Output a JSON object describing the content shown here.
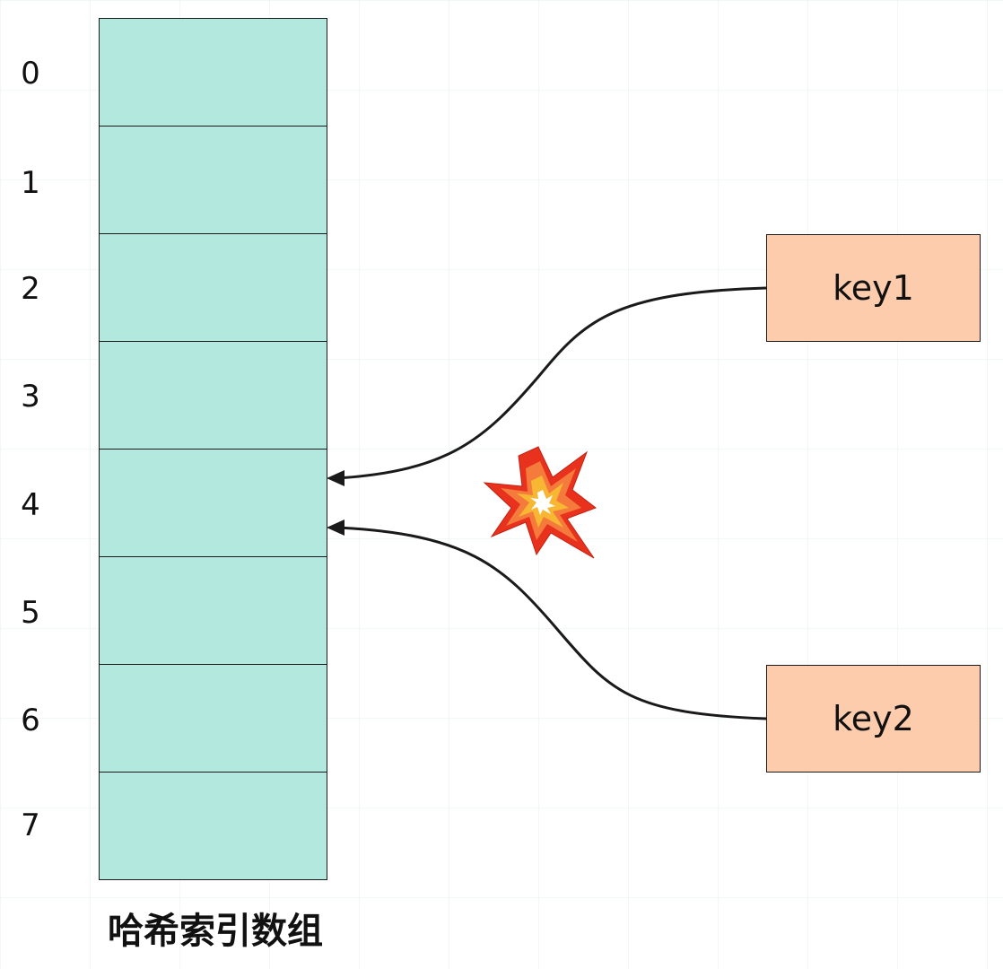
{
  "indices": [
    "0",
    "1",
    "2",
    "3",
    "4",
    "5",
    "6",
    "7"
  ],
  "array_label": "哈希索引数组",
  "keys": {
    "key1": "key1",
    "key2": "key2"
  },
  "colors": {
    "cell_fill": "#b3e8df",
    "key_fill": "#fdccac",
    "stroke": "#1a1a1a",
    "collision_outer": "#e8321e",
    "collision_mid": "#f7b733",
    "collision_inner": "#ffffff"
  },
  "icons": {
    "collision": "collision-icon"
  }
}
